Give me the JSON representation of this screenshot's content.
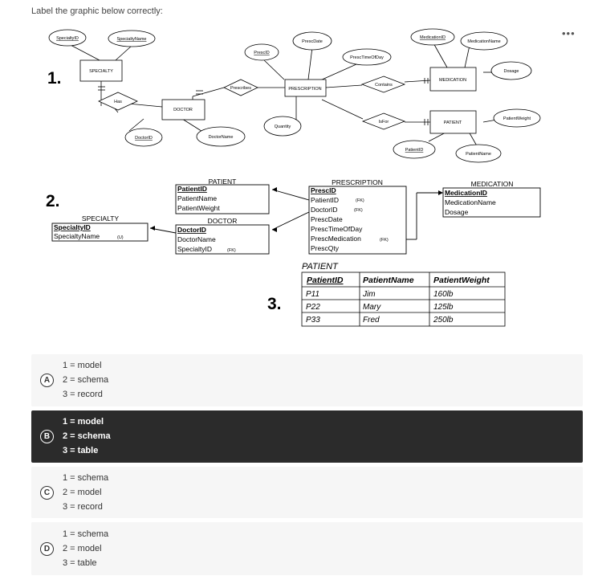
{
  "question": "Label the graphic below correctly:",
  "more_menu": "•••",
  "diagram": {
    "num1": "1.",
    "num2": "2.",
    "num3": "3.",
    "er": {
      "specialty": "SPECIALTY",
      "doctor": "DOCTOR",
      "prescription": "PRESCRIPTION",
      "medication": "MEDICATION",
      "patient": "PATIENT",
      "has": "Has",
      "prescribes": "Prescribes",
      "contains": "Contains",
      "isfor": "IsFor",
      "specialtyid": "SpecialtyID",
      "specialtyname": "SpecialtyName",
      "doctorid": "DoctorID",
      "doctorname": "DoctorName",
      "prescid": "PrescID",
      "prescdate": "PrescDate",
      "presctimeofday": "PrescTimeOfDay",
      "quantity": "Quantity",
      "medicationid": "MedicationID",
      "medicationname": "MedicationName",
      "dosage": "Dosage",
      "patientid": "PatientID",
      "patientname": "PatientName",
      "patientweight": "PatientWeight"
    },
    "schema": {
      "patient_title": "PATIENT",
      "patient_fields": [
        "PatientID",
        "PatientName",
        "PatientWeight"
      ],
      "doctor_title": "DOCTOR",
      "doctor_fields": [
        "DoctorID",
        "DoctorName",
        "SpecialtyID"
      ],
      "specialty_title": "SPECIALTY",
      "specialty_fields": [
        "SpecialtyID",
        "SpecialtyName"
      ],
      "prescription_title": "PRESCRIPTION",
      "prescription_fields": [
        "PrescID",
        "PatientID",
        "DoctorID",
        "PrescDate",
        "PrescTimeOfDay",
        "PrescMedication",
        "PrescQty"
      ],
      "medication_title": "MEDICATION",
      "medication_fields": [
        "MedicationID",
        "MedicationName",
        "Dosage"
      ],
      "fk": "(FK)",
      "u": "(U)"
    },
    "table": {
      "title": "PATIENT",
      "headers": [
        "PatientID",
        "PatientName",
        "PatientWeight"
      ],
      "rows": [
        [
          "P11",
          "Jim",
          "160lb"
        ],
        [
          "P22",
          "Mary",
          "125lb"
        ],
        [
          "P33",
          "Fred",
          "250lb"
        ]
      ]
    }
  },
  "options": [
    {
      "letter": "A",
      "lines": [
        "1 = model",
        "2 = schema",
        "3 = record"
      ]
    },
    {
      "letter": "B",
      "lines": [
        "1 = model",
        "2 = schema",
        "3 = table"
      ]
    },
    {
      "letter": "C",
      "lines": [
        "1 = schema",
        "2 = model",
        "3 = record"
      ]
    },
    {
      "letter": "D",
      "lines": [
        "1 = schema",
        "2 = model",
        "3 = table"
      ]
    }
  ]
}
